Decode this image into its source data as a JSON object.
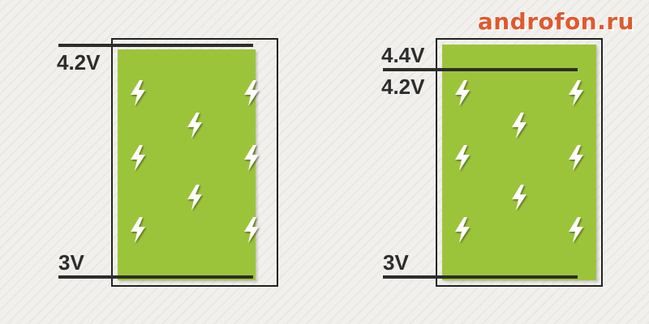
{
  "watermark": "androfon.ru",
  "left_battery": {
    "top_label": "4.2V",
    "bottom_label": "3V"
  },
  "right_battery": {
    "top_label": "4.4V",
    "mid_label": "4.2V",
    "bottom_label": "3V"
  },
  "colors": {
    "fill": "#9cc43a",
    "outline": "#222222",
    "line": "#2d2d2d",
    "watermark": "#e05a2e"
  },
  "icons": [
    "lightning-bolt-icon"
  ]
}
